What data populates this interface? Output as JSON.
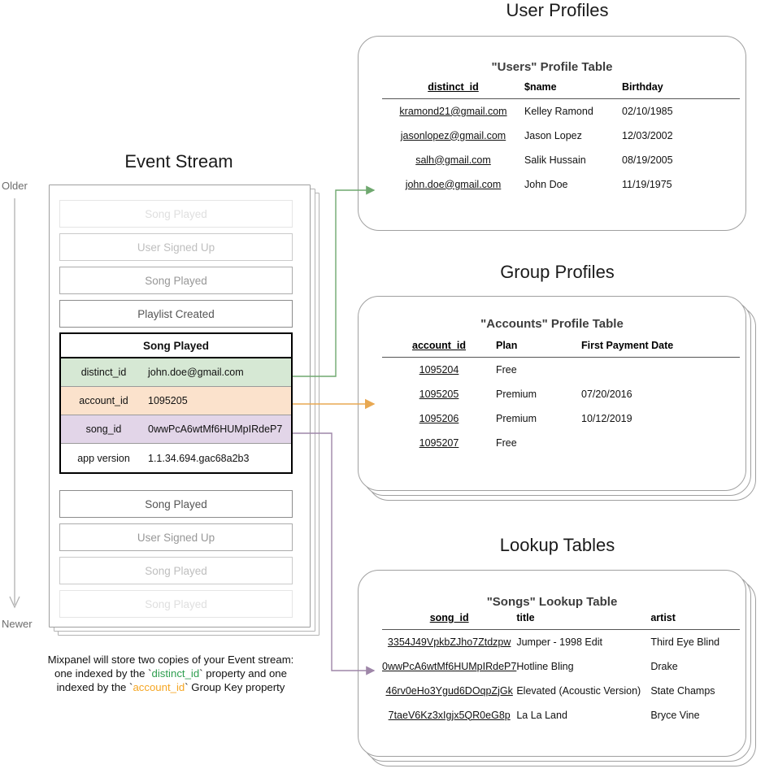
{
  "event_stream": {
    "title": "Event Stream",
    "axis": {
      "older": "Older",
      "newer": "Newer"
    },
    "events_above": [
      {
        "label": "Song Played"
      },
      {
        "label": "User Signed Up"
      },
      {
        "label": "Song Played"
      },
      {
        "label": "Playlist Created"
      }
    ],
    "selected_event": {
      "name": "Song Played",
      "properties": [
        {
          "key": "distinct_id",
          "value": "john.doe@gmail.com",
          "highlight": "green"
        },
        {
          "key": "account_id",
          "value": "1095205",
          "highlight": "orange"
        },
        {
          "key": "song_id",
          "value": "0wwPcA6wtMf6HUMpIRdeP7",
          "highlight": "purple"
        },
        {
          "key": "app version",
          "value": "1.1.34.694.gac68a2b3",
          "highlight": "none"
        }
      ]
    },
    "events_below": [
      {
        "label": "Song Played"
      },
      {
        "label": "User Signed Up"
      },
      {
        "label": "Song Played"
      },
      {
        "label": "Song Played"
      }
    ],
    "caption": {
      "line1": "Mixpanel will store two copies of your Event stream:",
      "line2_pre": "one indexed by the `",
      "line2_token": "distinct_id",
      "line2_post": "` property and one",
      "line3_pre": "indexed by the `",
      "line3_token": "account_id",
      "line3_post": "` Group Key property"
    }
  },
  "user_profiles": {
    "section_title": "User Profiles",
    "table_title": "\"Users\" Profile Table",
    "columns": [
      "distinct_id",
      "$name",
      "Birthday"
    ],
    "rows": [
      {
        "distinct_id": "kramond21@gmail.com",
        "name": "Kelley Ramond",
        "birthday": "02/10/1985",
        "highlight": "none"
      },
      {
        "distinct_id": "jasonlopez@gmail.com",
        "name": "Jason Lopez",
        "birthday": "12/03/2002",
        "highlight": "none"
      },
      {
        "distinct_id": "salh@gmail.com",
        "name": "Salik Hussain",
        "birthday": "08/19/2005",
        "highlight": "none"
      },
      {
        "distinct_id": "john.doe@gmail.com",
        "name": "John Doe",
        "birthday": "11/19/1975",
        "highlight": "green"
      }
    ]
  },
  "group_profiles": {
    "section_title": "Group Profiles",
    "table_title": "\"Accounts\" Profile Table",
    "columns": [
      "account_id",
      "Plan",
      "First Payment Date"
    ],
    "rows": [
      {
        "account_id": "1095204",
        "plan": "Free",
        "first_payment_date": "",
        "highlight": "none"
      },
      {
        "account_id": "1095205",
        "plan": "Premium",
        "first_payment_date": "07/20/2016",
        "highlight": "orange"
      },
      {
        "account_id": "1095206",
        "plan": "Premium",
        "first_payment_date": "10/12/2019",
        "highlight": "none"
      },
      {
        "account_id": "1095207",
        "plan": "Free",
        "first_payment_date": "",
        "highlight": "none"
      }
    ]
  },
  "lookup_tables": {
    "section_title": "Lookup Tables",
    "table_title": "\"Songs\" Lookup Table",
    "columns": [
      "song_id",
      "title",
      "artist"
    ],
    "rows": [
      {
        "song_id": "3354J49VpkbZJho7Ztdzpw",
        "title": "Jumper - 1998 Edit",
        "artist": "Third Eye Blind",
        "highlight": "none"
      },
      {
        "song_id": "0wwPcA6wtMf6HUMpIRdeP7",
        "title": "Hotline Bling",
        "artist": "Drake",
        "highlight": "purple"
      },
      {
        "song_id": "46rv0eHo3Ygud6DOqpZjGk",
        "title": "Elevated (Acoustic Version)",
        "artist": "State Champs",
        "highlight": "none"
      },
      {
        "song_id": "7taeV6Kz3xIgjx5QR0eG8p",
        "title": "La La Land",
        "artist": "Bryce Vine",
        "highlight": "none"
      }
    ]
  },
  "colors": {
    "green": "#d6e8d4",
    "orange": "#fbe2cc",
    "purple": "#e2d5e8",
    "green_line": "#6fa86f",
    "orange_line": "#e8a852",
    "purple_line": "#9e86a8",
    "gray_line": "#9a9a9a"
  }
}
